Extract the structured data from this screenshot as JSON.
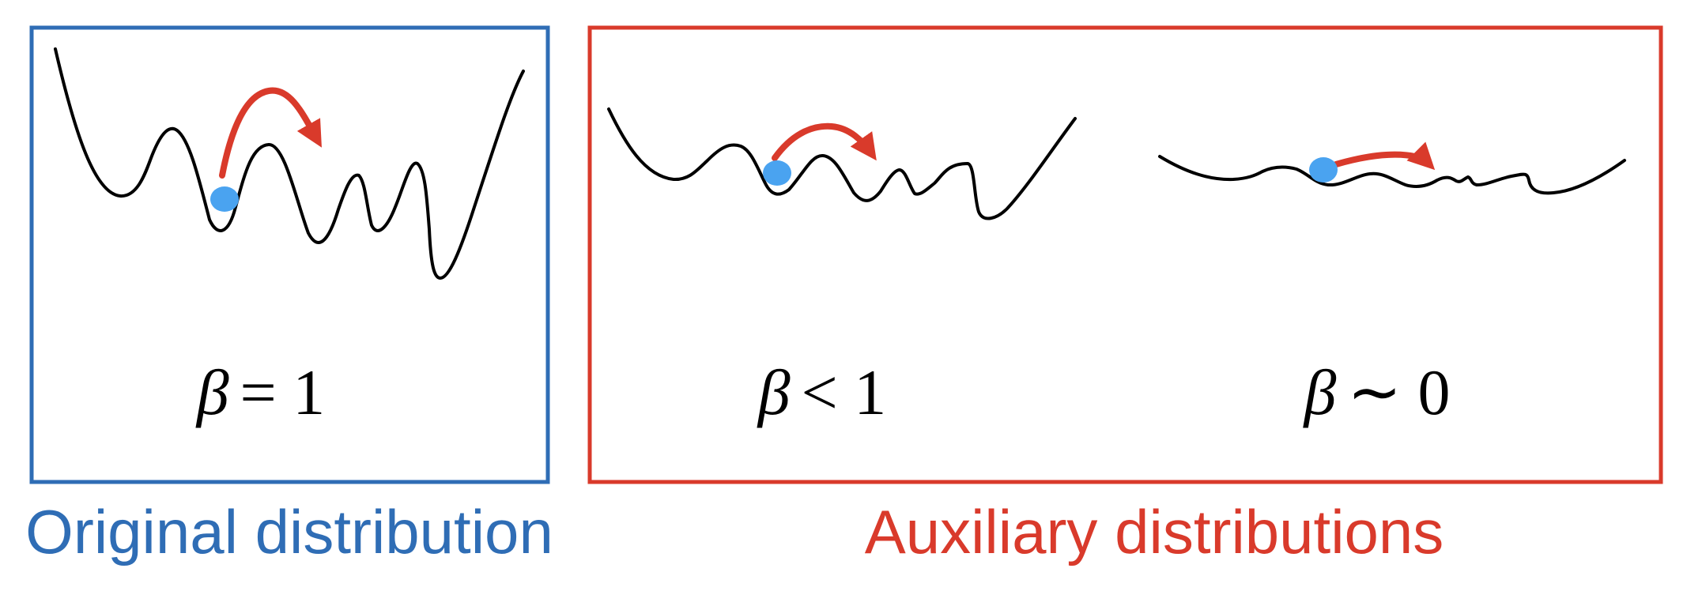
{
  "panels": {
    "original": {
      "caption": "Original distribution",
      "caption_color": "#2f6db5",
      "border_color": "#2f6db5",
      "landscapes": [
        {
          "beta_symbol": "β",
          "beta_rest": "= 1"
        }
      ]
    },
    "auxiliary": {
      "caption": "Auxiliary distributions",
      "caption_color": "#d93a2b",
      "border_color": "#d93a2b",
      "landscapes": [
        {
          "beta_symbol": "β",
          "beta_rest": "< 1"
        },
        {
          "beta_symbol": "β",
          "beta_rest": "∼ 0"
        }
      ]
    }
  },
  "colors": {
    "curve": "#000000",
    "particle": "#4aa3f0",
    "jump_arrow": "#d93a2b"
  },
  "icons": [
    "particle-dot",
    "jump-arrow"
  ]
}
